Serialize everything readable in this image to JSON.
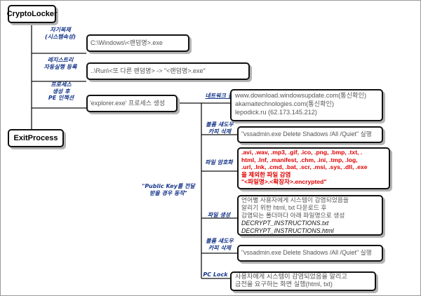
{
  "nodes": {
    "root": "CryptoLocker",
    "exit": "ExitProcess",
    "rows": [
      {
        "label": [
          "자기복제",
          "(시스템속성)"
        ],
        "text": [
          "C:\\Windows\\<랜덤명>.exe"
        ]
      },
      {
        "label": [
          "레지스트리",
          "자동실행 등록"
        ],
        "text": [
          "..\\Run\\<또 다른 랜덤명>  -> \"<랜덤명>.exe\""
        ]
      },
      {
        "label": [
          "프로세스",
          "생성 후",
          "PE 인젝션"
        ],
        "text": [
          "'explorer.exe' 프로세스 생성"
        ]
      }
    ],
    "branches": [
      {
        "label": [
          "네트워크 접속"
        ],
        "text": [
          "www.download.windowsupdate.com(통신확인)",
          "akamaitechnologies.com(통신확인)",
          "lepodick.ru (62.173.145.212)"
        ]
      },
      {
        "label": [
          "볼륨 섀도우",
          "카피 삭제"
        ],
        "text": [
          "\"vssadmin.exe Delete Shadows /All /Quiet\" 실행"
        ]
      },
      {
        "label": [
          "파일 암호화"
        ],
        "text": [
          ".avi, .wav, .mp3, .gif, .ico, .png, .bmp, .txt, .",
          "html, .Inf, .manifest, .chm, .ini, .tmp, .log,",
          ".url, .lnk, .cmd, .bat, .scr, .msi, .sys, .dll, .exe",
          "을 제외한 파일 감염",
          "\"<파일명>.<확장자>.encrypted\""
        ]
      },
      {
        "label": [
          "파일 생성"
        ],
        "text": [
          "언어별 사용자에게 시스템이 감염되었음을",
          "알리기 위한 html, txt 다운로드 후",
          "감염되는 폴더마다 아래 파일명으로 생성"
        ],
        "files": [
          "DECRYPT_INSTRUCTIONS.txt",
          "DECRYPT_INSTRUCTIONS.html"
        ]
      },
      {
        "label": [
          "볼륨 섀도우",
          "카피 삭제"
        ],
        "text": [
          "\"vssadmin.exe Delete Shadows /All /Quiet\" 실행"
        ]
      },
      {
        "label": [
          "PC Lock"
        ],
        "text": [
          "사용자에게 시스템이 감염되었음을 알리고",
          "금전을 요구하는 화면 실행(html, txt)"
        ]
      }
    ],
    "condition": [
      "\"Public Key를 전달",
      "받을 경우 동작\""
    ]
  }
}
